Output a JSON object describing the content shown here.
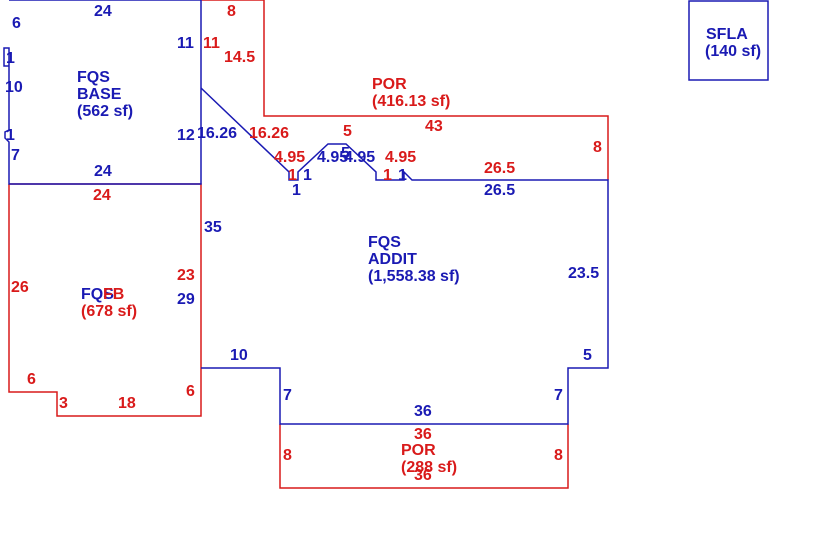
{
  "colors": {
    "blue": "#1a1ab3",
    "red": "#d91a1a",
    "background": "#ffffff"
  },
  "areas": {
    "base": {
      "name_line1": "FQS",
      "name_line2": "BASE",
      "area": "(562 sf)"
    },
    "addit": {
      "name_line1": "FQS",
      "name_line2": "ADDIT",
      "area": "(1,558.38 sf)"
    },
    "porch_top": {
      "name": "POR",
      "area": "(416.13 sf)"
    },
    "porch_bottom": {
      "name": "POR",
      "area": "(288 sf)"
    },
    "fqs_fb": {
      "name_a": "FQS",
      "name_b": "FB",
      "area": "(678 sf)"
    },
    "sfla": {
      "name": "SFLA",
      "area": "(140 sf)"
    }
  },
  "dims": {
    "d1": "24",
    "d2": "6",
    "d3": "1",
    "d4": "10",
    "d5": "1",
    "d6": "7",
    "d7": "24",
    "d8": "11",
    "d9": "12",
    "d10": "16.26",
    "d11": "35",
    "d12": "29",
    "d13": "10",
    "d14": "7",
    "d15": "36",
    "d16": "7",
    "d17": "5",
    "d18": "23.5",
    "d19": "26.5",
    "d20": "1",
    "d21": "1",
    "d22": "4.95",
    "d23": "5",
    "d24": "4.95",
    "d25": "1",
    "r1": "8",
    "r2": "11",
    "r3": "14.5",
    "r4": "16.26",
    "r5": "4.95",
    "r6": "5",
    "r7": "4.95",
    "r8": "43",
    "r9": "26.5",
    "r10": "8",
    "r11": "1",
    "r12": "1",
    "r13": "24",
    "r14": "26",
    "r15": "23",
    "r16": "6",
    "r17": "3",
    "r18": "18",
    "r19": "6",
    "r20": "36",
    "r21": "8",
    "r22": "8",
    "r23": "36"
  }
}
